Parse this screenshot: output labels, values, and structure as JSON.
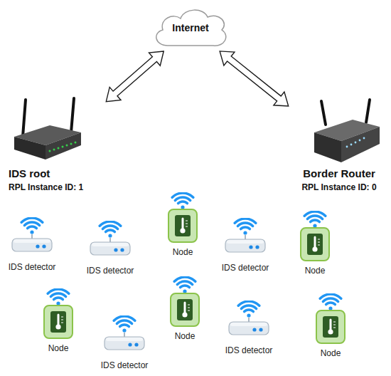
{
  "diagram": {
    "nodes": [
      {
        "text": [
          "Internet"
        ]
      },
      {
        "text": [
          "IDS root",
          "RPL Instance ID: 1"
        ]
      },
      {
        "text": [
          "Border Router",
          "RPL Instance ID: 0"
        ]
      },
      {
        "text": [
          "IDS detector"
        ]
      },
      {
        "text": [
          "IDS detector"
        ]
      },
      {
        "text": [
          "Node"
        ]
      },
      {
        "text": [
          "IDS detector"
        ]
      },
      {
        "text": [
          "Node"
        ]
      },
      {
        "text": [
          "Node"
        ]
      },
      {
        "text": [
          "IDS detector"
        ]
      },
      {
        "text": [
          "Node"
        ]
      },
      {
        "text": [
          "IDS detector"
        ]
      },
      {
        "text": [
          "Node"
        ]
      }
    ],
    "edges": [
      {
        "from": 0,
        "to": 1,
        "arrow": "both"
      },
      {
        "from": 0,
        "to": 2,
        "arrow": "both"
      }
    ]
  }
}
